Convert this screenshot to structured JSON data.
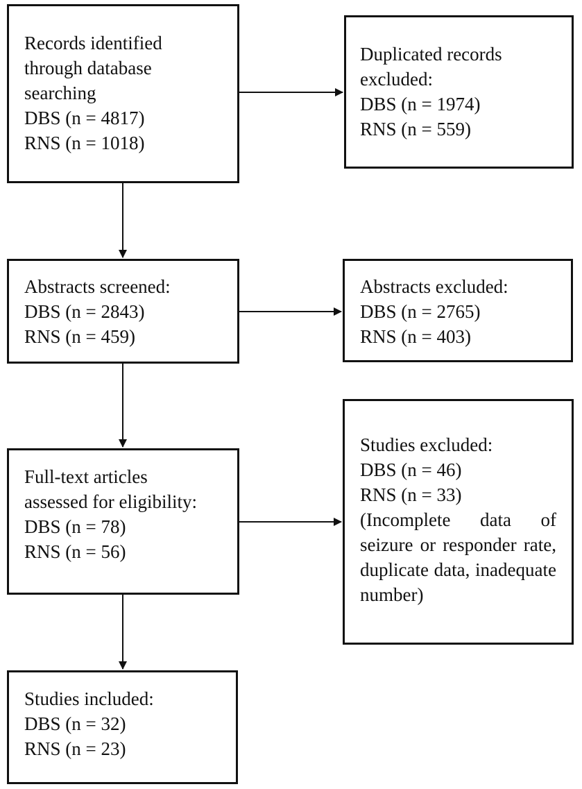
{
  "flow": {
    "identified": {
      "lines": [
        "Records identified",
        "through database",
        "searching",
        "DBS (n = 4817)",
        "RNS (n = 1018)"
      ]
    },
    "duplicates_excluded": {
      "lines": [
        "Duplicated records",
        "excluded:",
        "DBS (n = 1974)",
        "RNS (n = 559)"
      ]
    },
    "abstracts_screened": {
      "lines": [
        "Abstracts screened:",
        "DBS (n = 2843)",
        "RNS (n = 459)"
      ]
    },
    "abstracts_excluded": {
      "lines": [
        "Abstracts excluded:",
        "DBS (n = 2765)",
        "RNS (n = 403)"
      ]
    },
    "fulltext_assessed": {
      "lines": [
        "Full-text articles",
        "assessed for eligibility:",
        "DBS (n = 78)",
        "RNS (n = 56)"
      ]
    },
    "studies_excluded": {
      "lines": [
        "Studies excluded:",
        "DBS (n = 46)",
        "RNS (n = 33)"
      ],
      "reason": "(Incomplete data of seizure or responder rate, duplicate data, inadequate number)"
    },
    "studies_included": {
      "lines": [
        "Studies included:",
        "DBS (n = 32)",
        "RNS (n = 23)"
      ]
    }
  }
}
